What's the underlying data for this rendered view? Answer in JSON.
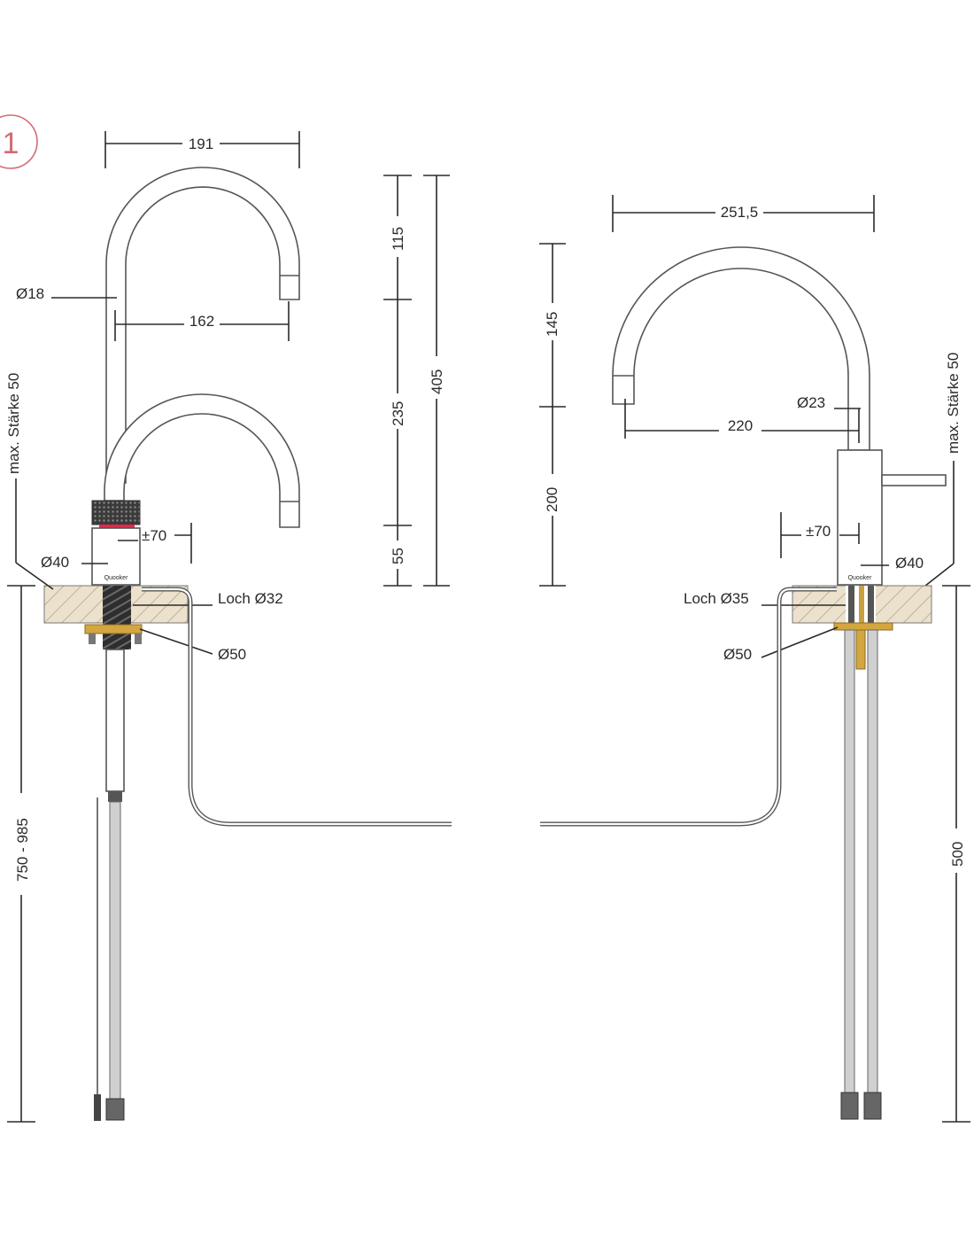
{
  "badge": {
    "number": "1"
  },
  "colors": {
    "line": "#2a2a2a",
    "tap_outline": "#555555",
    "wood": "#e8dcc8",
    "wood_hatch": "#b7a58a",
    "nut": "#d4a640",
    "red_ring": "#e0294a",
    "badge": "#d36b74"
  },
  "left_view": {
    "dims": {
      "top_width": "191",
      "inner_width": "162",
      "spout_diameter": "Ø18",
      "rotation": "±70",
      "body_diameter": "Ø40",
      "hole": "Loch Ø32",
      "washer": "Ø50",
      "max_thickness": "max. Stärke 50",
      "height_range": "750 - 985"
    },
    "logo": "Quooker"
  },
  "center_dims": {
    "seg_top": "115",
    "seg_mid": "235",
    "seg_bottom": "55",
    "total": "405"
  },
  "right_view": {
    "dims": {
      "top_width": "251,5",
      "reach": "220",
      "seg_top": "145",
      "seg_bottom": "200",
      "spout_diameter": "Ø23",
      "rotation": "±70",
      "body_diameter": "Ø40",
      "hole": "Loch Ø35",
      "washer": "Ø50",
      "max_thickness": "max. Stärke 50",
      "hose_length": "500"
    },
    "logo": "Quooker"
  }
}
